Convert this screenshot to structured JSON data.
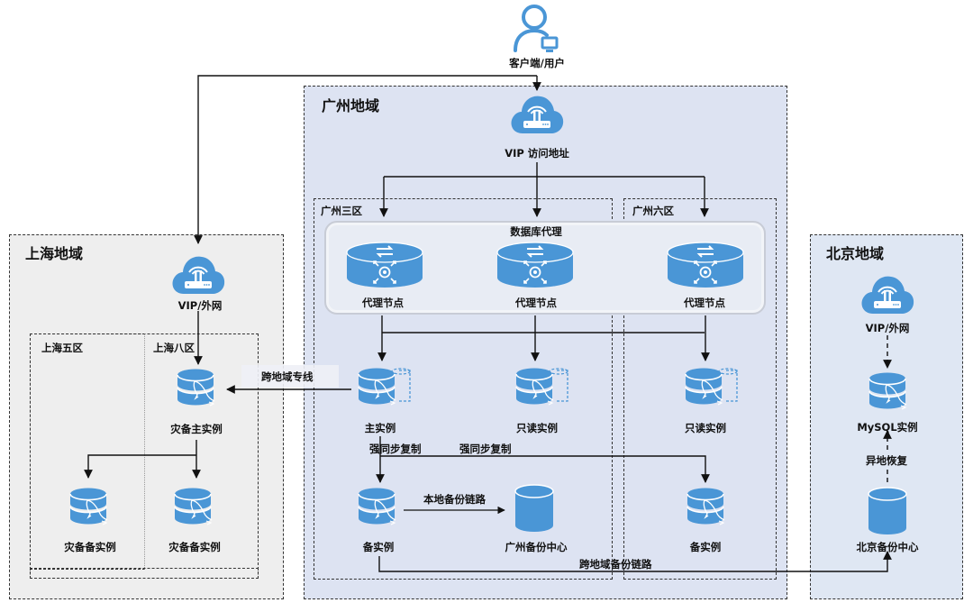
{
  "client": {
    "label": "客户端/用户",
    "icon": "user-with-monitor-icon"
  },
  "regions": {
    "guangzhou": {
      "title": "广州地域",
      "vip": {
        "label": "VIP 访问地址",
        "icon": "cloud-router-icon"
      },
      "proxy": {
        "title": "数据库代理",
        "nodes": [
          {
            "label": "代理节点",
            "icon": "proxy-node-icon"
          },
          {
            "label": "代理节点",
            "icon": "proxy-node-icon"
          },
          {
            "label": "代理节点",
            "icon": "proxy-node-icon"
          }
        ]
      },
      "zones": [
        {
          "title": "广州三区",
          "instances": [
            {
              "label": "主实例",
              "icon": "mysql-db-icon"
            },
            {
              "label": "只读实例",
              "icon": "mysql-db-icon"
            },
            {
              "label": "备实例",
              "icon": "mysql-db-icon"
            },
            {
              "label": "广州备份中心",
              "icon": "storage-cylinder-icon"
            }
          ]
        },
        {
          "title": "广州六区",
          "instances": [
            {
              "label": "只读实例",
              "icon": "mysql-db-icon"
            },
            {
              "label": "备实例",
              "icon": "mysql-db-icon"
            }
          ]
        }
      ]
    },
    "shanghai": {
      "title": "上海地域",
      "vip": {
        "label": "VIP/外网",
        "icon": "cloud-router-icon"
      },
      "zones": [
        {
          "title": "上海五区",
          "instances": [
            {
              "label": "灾备备实例",
              "icon": "mysql-db-icon"
            }
          ]
        },
        {
          "title": "上海八区",
          "instances": [
            {
              "label": "灾备主实例",
              "icon": "mysql-db-icon"
            },
            {
              "label": "灾备备实例",
              "icon": "mysql-db-icon"
            }
          ]
        }
      ]
    },
    "beijing": {
      "title": "北京地域",
      "vip": {
        "label": "VIP/外网",
        "icon": "cloud-router-icon"
      },
      "instances": [
        {
          "label": "MySQL实例",
          "icon": "mysql-db-icon"
        },
        {
          "label": "北京备份中心",
          "icon": "storage-cylinder-icon"
        }
      ]
    }
  },
  "edges": {
    "cross_region_line": "跨地域专线",
    "sync_repl_1": "强同步复制",
    "sync_repl_2": "强同步复制",
    "local_backup": "本地备份链路",
    "cross_region_backup": "跨地域备份链路",
    "remote_restore": "异地恢复"
  },
  "colors": {
    "icon_blue": "#4a96d6",
    "guangzhou_bg": "#dde3f2",
    "shanghai_bg": "#eeeeee",
    "beijing_bg": "#dfe7f3",
    "proxy_box_bg": "#e8ecf4"
  }
}
